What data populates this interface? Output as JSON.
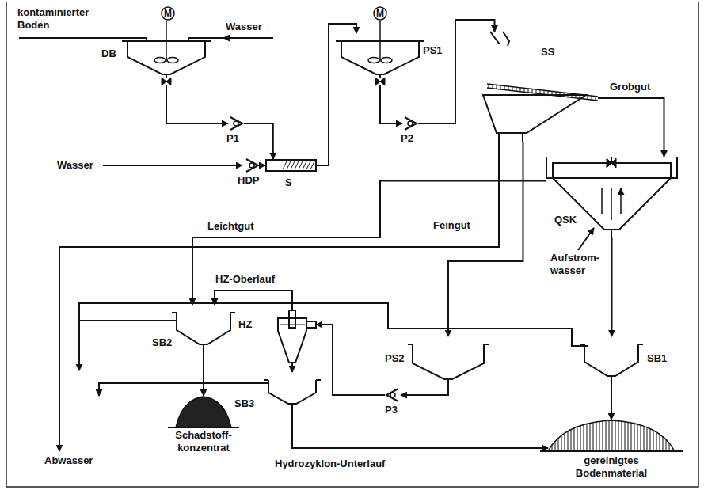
{
  "diagram": {
    "nodes": [
      {
        "text": [
          "M"
        ]
      },
      {
        "text": [
          "DB"
        ]
      },
      {
        "text": [
          "M"
        ]
      },
      {
        "text": [
          "PS1"
        ]
      },
      {
        "text": [
          "SS"
        ]
      },
      {
        "text": [
          "P1"
        ]
      },
      {
        "text": [
          "HDP"
        ]
      },
      {
        "text": [
          "S"
        ]
      },
      {
        "text": [
          "P2"
        ]
      },
      {
        "text": [
          "QSK"
        ]
      },
      {
        "text": [
          "SB2"
        ]
      },
      {
        "text": [
          "HZ"
        ]
      },
      {
        "text": [
          "PS2"
        ]
      },
      {
        "text": [
          "SB1"
        ]
      },
      {
        "text": [
          "SB3"
        ]
      },
      {
        "text": [
          "P3"
        ]
      },
      {
        "text": [
          "Schadstoff- konzentrat"
        ]
      },
      {
        "text": [
          "gereinigtes Bodenmaterial"
        ]
      }
    ],
    "edges": [
      {
        "from": 1,
        "to": 5,
        "arrow": "to"
      },
      {
        "from": 5,
        "to": 7,
        "arrow": "to"
      },
      {
        "from": 6,
        "to": 7,
        "arrow": "to"
      },
      {
        "from": 7,
        "to": 3,
        "arrow": "to"
      },
      {
        "from": 3,
        "to": 8,
        "arrow": "to"
      },
      {
        "from": 8,
        "to": 4,
        "arrow": "to"
      },
      {
        "from": 4,
        "to": 9,
        "label": "Grobgut",
        "arrow": "to"
      },
      {
        "from": 4,
        "to": 12,
        "label": "Feingut",
        "arrow": "to"
      },
      {
        "from": 9,
        "to": 10,
        "arrow": "to"
      },
      {
        "from": 9,
        "to": 13,
        "arrow": "to"
      },
      {
        "from": 13,
        "to": 17,
        "arrow": "to"
      },
      {
        "from": 12,
        "to": 15,
        "arrow": "to"
      },
      {
        "from": 15,
        "to": 11,
        "arrow": "to"
      },
      {
        "from": 11,
        "to": 10,
        "label": "HZ-Oberlauf",
        "arrow": "to"
      },
      {
        "from": 11,
        "to": 14,
        "arrow": "to"
      },
      {
        "from": 14,
        "to": 17,
        "label": "Hydrozyklon-Unterlauf",
        "arrow": "to"
      },
      {
        "from": 10,
        "to": 16,
        "arrow": "to"
      }
    ],
    "labels": [
      "kontaminierter Boden",
      "Wasser",
      "Wasser",
      "Leichtgut",
      "Aufstrom- wasser",
      "Abwasser"
    ]
  }
}
